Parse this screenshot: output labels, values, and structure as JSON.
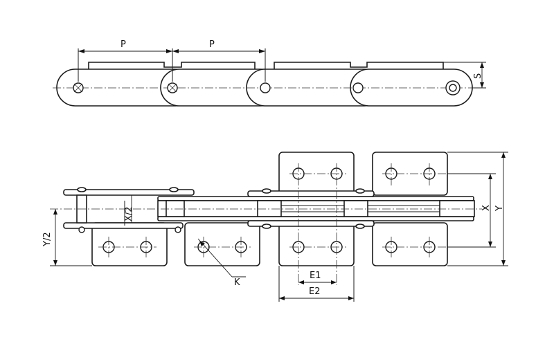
{
  "top_view": {
    "dim_p1": "P",
    "dim_p2": "P",
    "dim_s": "S"
  },
  "bottom_view": {
    "dim_x_half": "X/2",
    "dim_y_half": "Y/2",
    "dim_x": "X",
    "dim_y": "Y",
    "dim_k": "K",
    "dim_e1": "E1",
    "dim_e2": "E2"
  }
}
